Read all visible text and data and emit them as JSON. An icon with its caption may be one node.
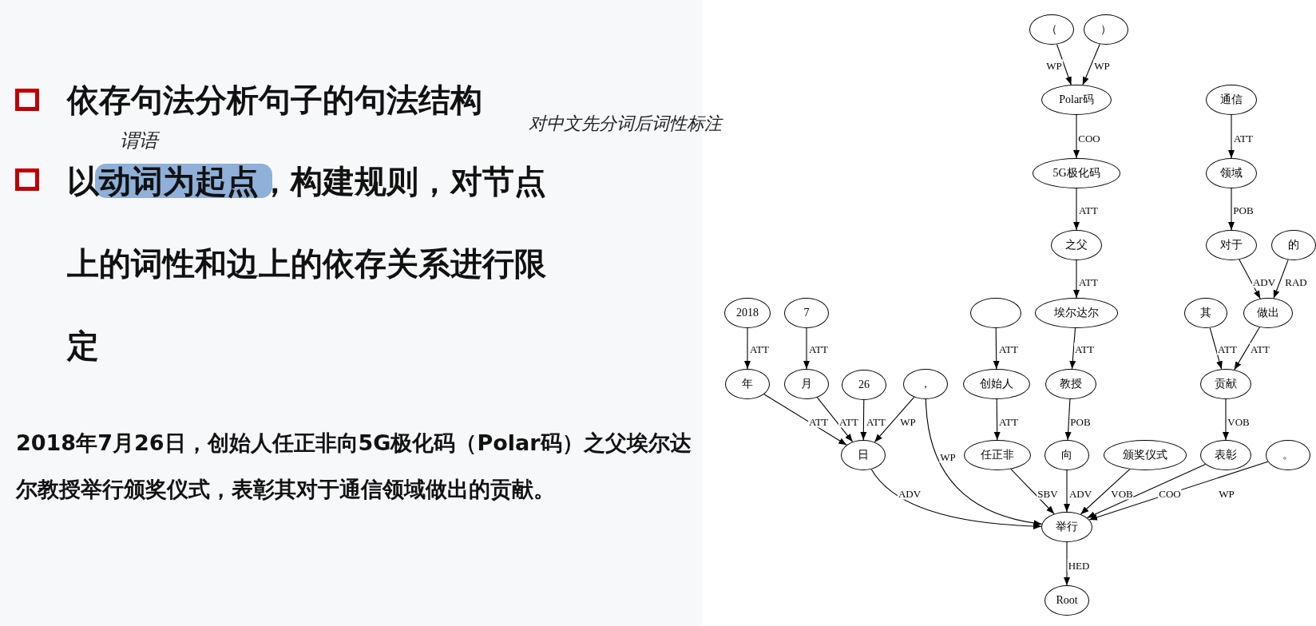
{
  "diagram": {
    "nodes": [
      {
        "text": [
          "（"
        ]
      },
      {
        "text": [
          "）"
        ]
      },
      {
        "text": [
          "Polar码"
        ]
      },
      {
        "text": [
          "通信"
        ]
      },
      {
        "text": [
          "5G极化码"
        ]
      },
      {
        "text": [
          "领域"
        ]
      },
      {
        "text": [
          "之父"
        ]
      },
      {
        "text": [
          "对于"
        ]
      },
      {
        "text": [
          "的"
        ]
      },
      {
        "text": [
          "2018"
        ]
      },
      {
        "text": [
          "7"
        ]
      },
      {
        "text": [],
        "shape": "ellipse"
      },
      {
        "text": [
          "埃尔达尔"
        ]
      },
      {
        "text": [
          "其"
        ]
      },
      {
        "text": [
          "做出"
        ]
      },
      {
        "text": [
          "年"
        ]
      },
      {
        "text": [
          "月"
        ]
      },
      {
        "text": [
          "26"
        ]
      },
      {
        "text": [
          "，"
        ]
      },
      {
        "text": [
          "创始人"
        ]
      },
      {
        "text": [
          "教授"
        ]
      },
      {
        "text": [
          "贡献"
        ]
      },
      {
        "text": [
          "日"
        ]
      },
      {
        "text": [
          "任正非"
        ]
      },
      {
        "text": [
          "向"
        ]
      },
      {
        "text": [
          "颁奖仪式"
        ]
      },
      {
        "text": [
          "表彰"
        ]
      },
      {
        "text": [
          "。"
        ]
      },
      {
        "text": [
          "举行"
        ]
      },
      {
        "text": [
          "Root"
        ]
      }
    ],
    "edges": [
      {
        "from": 0,
        "to": 2,
        "arrow": "to",
        "label": "WP"
      },
      {
        "from": 1,
        "to": 2,
        "arrow": "to",
        "label": "WP"
      },
      {
        "from": 2,
        "to": 4,
        "arrow": "to",
        "label": "COO"
      },
      {
        "from": 3,
        "to": 5,
        "arrow": "to",
        "label": "ATT"
      },
      {
        "from": 4,
        "to": 6,
        "arrow": "to",
        "label": "ATT"
      },
      {
        "from": 5,
        "to": 7,
        "arrow": "to",
        "label": "POB"
      },
      {
        "from": 6,
        "to": 12,
        "arrow": "to",
        "label": "ATT"
      },
      {
        "from": 7,
        "to": 14,
        "arrow": "to",
        "label": "ADV"
      },
      {
        "from": 8,
        "to": 14,
        "arrow": "to",
        "label": "RAD"
      },
      {
        "from": 9,
        "to": 15,
        "arrow": "to",
        "label": "ATT"
      },
      {
        "from": 10,
        "to": 16,
        "arrow": "to",
        "label": "ATT"
      },
      {
        "from": 11,
        "to": 19,
        "arrow": "to",
        "label": "ATT"
      },
      {
        "from": 12,
        "to": 20,
        "arrow": "to",
        "label": "ATT"
      },
      {
        "from": 13,
        "to": 21,
        "arrow": "to",
        "label": "ATT"
      },
      {
        "from": 14,
        "to": 21,
        "arrow": "to",
        "label": "ATT"
      },
      {
        "from": 15,
        "to": 22,
        "arrow": "to",
        "label": "ATT"
      },
      {
        "from": 16,
        "to": 22,
        "arrow": "to",
        "label": "ATT"
      },
      {
        "from": 17,
        "to": 22,
        "arrow": "to",
        "label": "ATT"
      },
      {
        "from": 18,
        "to": 22,
        "arrow": "to",
        "label": "WP"
      },
      {
        "from": 18,
        "to": 28,
        "arrow": "to",
        "label": "WP"
      },
      {
        "from": 19,
        "to": 23,
        "arrow": "to",
        "label": "ATT"
      },
      {
        "from": 20,
        "to": 24,
        "arrow": "to",
        "label": "POB"
      },
      {
        "from": 21,
        "to": 26,
        "arrow": "to",
        "label": "VOB"
      },
      {
        "from": 22,
        "to": 28,
        "arrow": "to",
        "label": "ADV"
      },
      {
        "from": 23,
        "to": 28,
        "arrow": "to",
        "label": "SBV"
      },
      {
        "from": 24,
        "to": 28,
        "arrow": "to",
        "label": "ADV"
      },
      {
        "from": 25,
        "to": 28,
        "arrow": "to",
        "label": "VOB"
      },
      {
        "from": 26,
        "to": 28,
        "arrow": "to",
        "label": "COO"
      },
      {
        "from": 27,
        "to": 28,
        "arrow": "to",
        "label": "WP"
      },
      {
        "from": 28,
        "to": 29,
        "arrow": "to",
        "label": "HED"
      }
    ],
    "labels": [
      "依存句法分析句子的句法结构",
      "对中文先分词后词性标注",
      "谓语",
      "以动词为起点，构建规则，对节点上的词性和边上的依存关系进行限定",
      "2018年7月26日，创始人任正非向5G极化码（Polar码）之父埃尔达尔教授举行颁奖仪式，表彰其对于通信领域做出的贡献。"
    ]
  }
}
